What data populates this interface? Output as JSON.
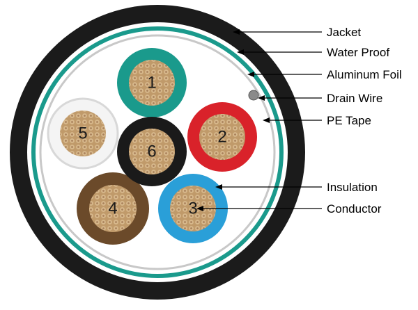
{
  "labels": {
    "jacket": "Jacket",
    "water_proof": "Water Proof",
    "aluminum_foil": "Aluminum Foil",
    "drain_wire": "Drain Wire",
    "pe_tape": "PE Tape",
    "insulation": "Insulation",
    "conductor": "Conductor"
  },
  "conductors": [
    {
      "number": "1",
      "insulation_color": "teal"
    },
    {
      "number": "2",
      "insulation_color": "red"
    },
    {
      "number": "3",
      "insulation_color": "blue"
    },
    {
      "number": "4",
      "insulation_color": "brown"
    },
    {
      "number": "5",
      "insulation_color": "white"
    },
    {
      "number": "6",
      "insulation_color": "black"
    }
  ],
  "colors": {
    "jacket": "#1b1b1b",
    "teal": "#1a9a8c",
    "red": "#d9222a",
    "blue": "#2a9fd8",
    "brown": "#6b4a2a",
    "white": "#f4f4f4",
    "black": "#1a1a1a",
    "copper": "#c09a6a"
  }
}
